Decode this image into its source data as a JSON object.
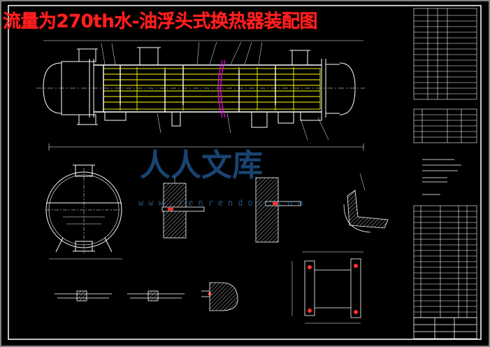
{
  "title": "流量为270th水-油浮头式换热器装配图",
  "watermark": {
    "mark": "人人文库",
    "url": "www.renrendoc.com"
  },
  "colors": {
    "background": "#000000",
    "line": "#ffffff",
    "tubes": "#ffff00",
    "title": "#ff2020",
    "accent": "#ff00ff",
    "watermark": "#2e7dd0"
  }
}
